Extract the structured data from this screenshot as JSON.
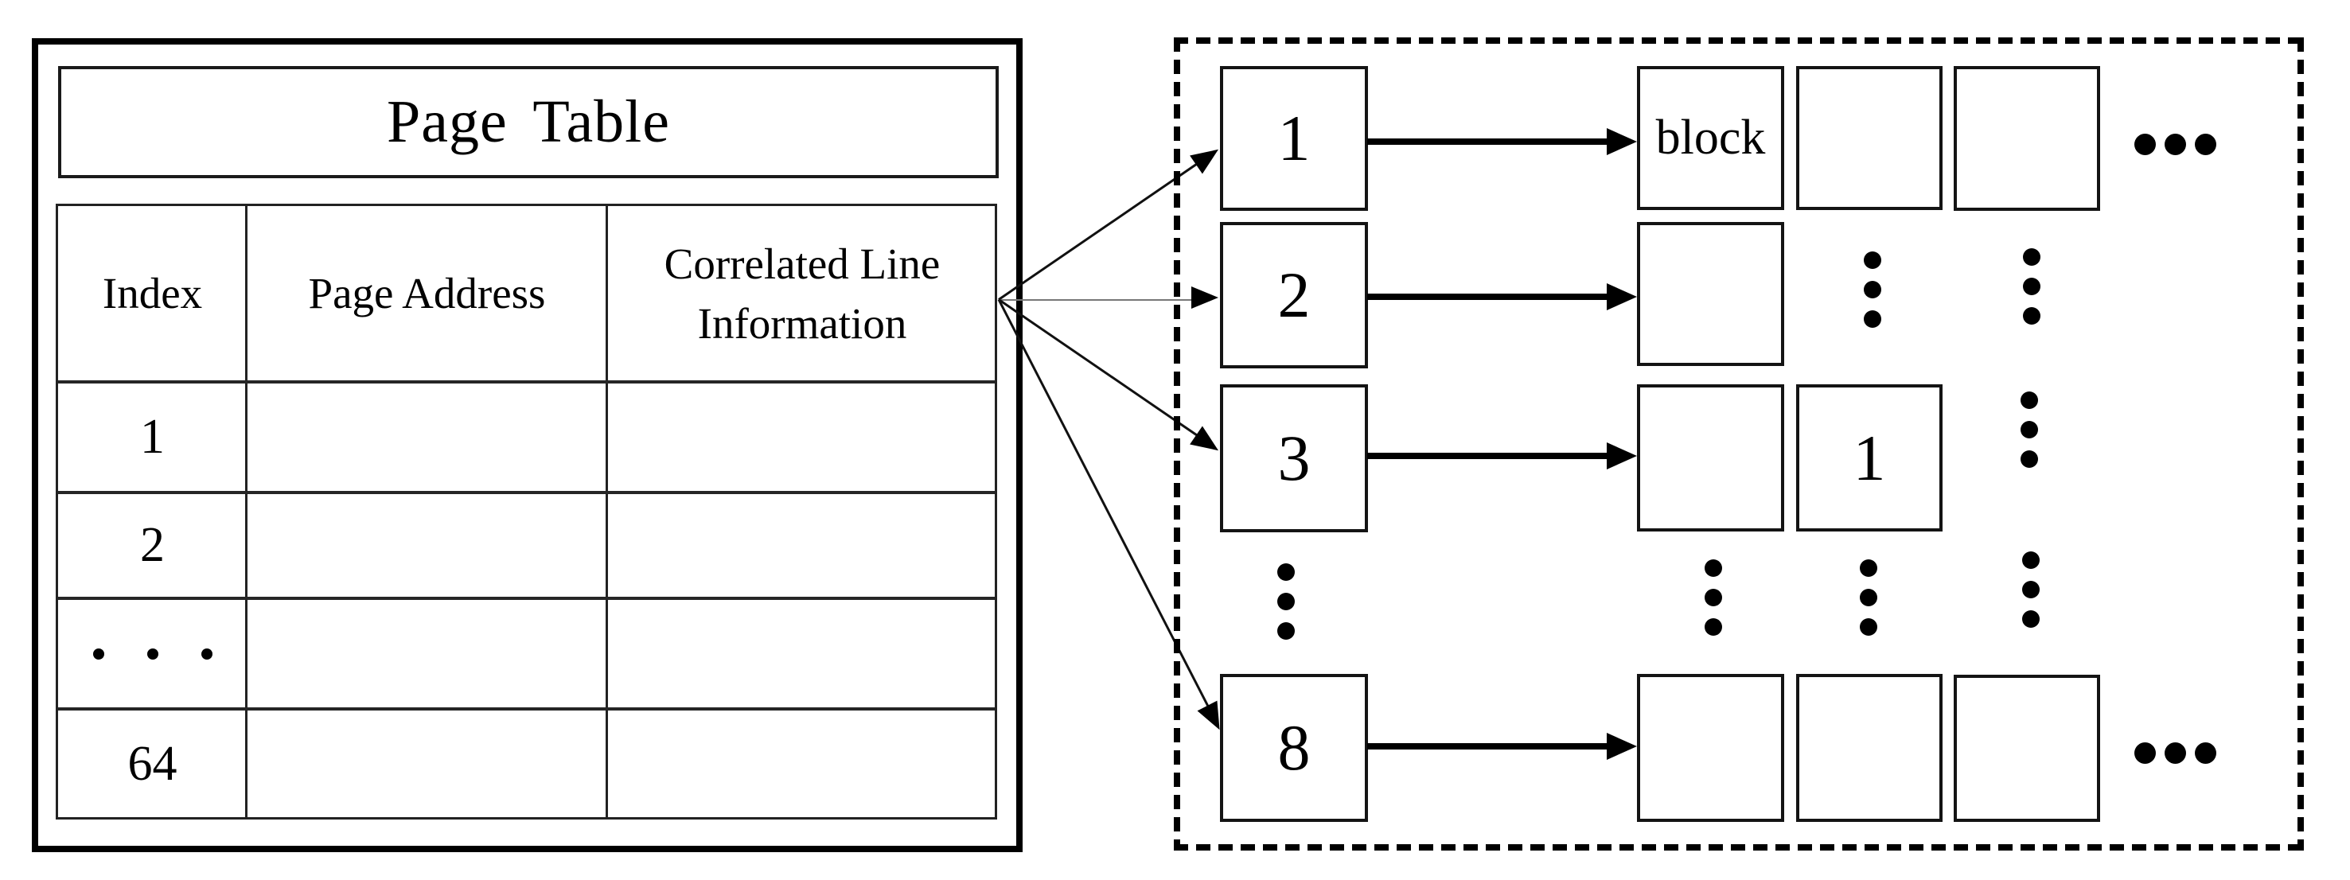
{
  "colors": {
    "ink": "#000000",
    "background": "#ffffff"
  },
  "page_table": {
    "title": "Page Table",
    "columns": [
      "Index",
      "Page Address",
      "Correlated Line Information"
    ],
    "column3_lines": [
      "Correlated Line",
      "Information"
    ],
    "rows": [
      {
        "index": "1",
        "page_address": "",
        "correlated_line_information": ""
      },
      {
        "index": "2",
        "page_address": "",
        "correlated_line_information": ""
      },
      {
        "index": "• • •",
        "page_address": "",
        "correlated_line_information": ""
      },
      {
        "index": "64",
        "page_address": "",
        "correlated_line_information": ""
      }
    ]
  },
  "cache_diagram": {
    "sets": [
      {
        "label": "1",
        "blocks": [
          "block",
          "",
          ""
        ],
        "trailing_ellipsis": "•••"
      },
      {
        "label": "2",
        "blocks": [
          ""
        ]
      },
      {
        "label": "3",
        "blocks": [
          "",
          "1"
        ]
      },
      {
        "label": "8",
        "blocks": [
          "",
          "",
          ""
        ],
        "trailing_ellipsis": "•••"
      }
    ],
    "vertical_ellipsis": "⋮",
    "horizontal_ellipsis": "•••"
  }
}
